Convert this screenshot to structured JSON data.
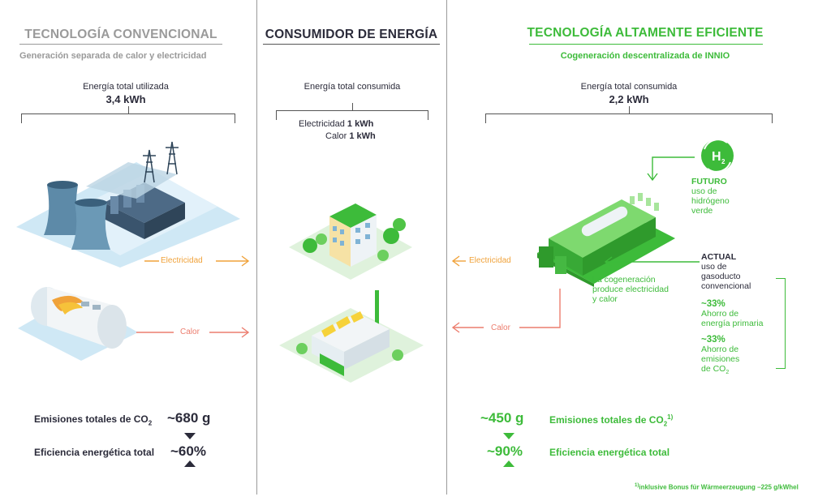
{
  "left": {
    "title": "TECNOLOGÍA CONVENCIONAL",
    "subtitle": "Generación separada de calor y electricidad",
    "energy_label": "Energía total utilizada",
    "energy_value": "3,4 kWh",
    "flow_electricity": "Electricidad",
    "flow_heat": "Calor",
    "emissions_label": "Emisiones totales de CO",
    "emissions_sub": "2",
    "emissions_value": "~680 g",
    "efficiency_label": "Eficiencia energética total",
    "efficiency_value": "~60%"
  },
  "center": {
    "title": "CONSUMIDOR DE ENERGÍA",
    "energy_label": "Energía total consumida",
    "electricity_label": "Electricidad",
    "electricity_value": "1 kWh",
    "heat_label": "Calor",
    "heat_value": "1 kWh"
  },
  "right": {
    "title": "TECNOLOGÍA ALTAMENTE EFICIENTE",
    "subtitle": "Cogeneración descentralizada de INNIO",
    "energy_label": "Energía total consumida",
    "energy_value": "2,2 kWh",
    "h2_symbol": "H",
    "h2_sub": "2",
    "future_heading": "FUTURO",
    "future_line1": "uso de",
    "future_line2": "hidrógeno",
    "future_line3": "verde",
    "actual_heading": "ACTUAL",
    "actual_line1": "uso de",
    "actual_line2": "gasoducto",
    "actual_line3": "convencional",
    "saving1_value": "~33%",
    "saving1_line1": "Ahorro de",
    "saving1_line2": "energía primaria",
    "saving2_value": "~33%",
    "saving2_line1": "Ahorro de",
    "saving2_line2": "emisiones",
    "saving2_line3": "de CO",
    "saving2_sub": "2",
    "cogen_line1": "La cogeneración",
    "cogen_line2": "produce electricidad",
    "cogen_line3": "y calor",
    "flow_electricity": "Electricidad",
    "flow_heat": "Calor",
    "emissions_value": "~450 g",
    "emissions_label": "Emisiones totales de CO",
    "emissions_sub": "2",
    "emissions_sup": "1)",
    "efficiency_value": "~90%",
    "efficiency_label": "Eficiencia energética total",
    "footnote_sup": "1)",
    "footnote": "inklusive Bonus für Wärmeerzeugung –225 g/kWhel"
  },
  "colors": {
    "green": "#3dbb3a",
    "orange": "#f0a23a",
    "salmon": "#ec7d6e",
    "gray_title": "#9a9a9a",
    "dark": "#2b2b3a"
  }
}
